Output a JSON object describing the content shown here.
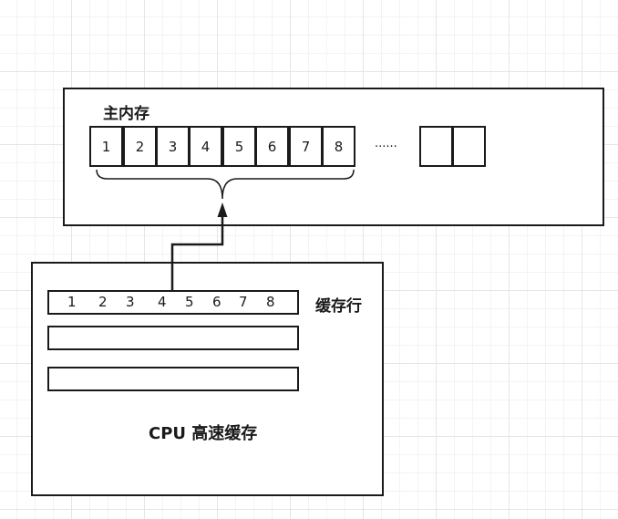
{
  "main_memory": {
    "title": "主内存",
    "cells": [
      "1",
      "2",
      "3",
      "4",
      "5",
      "6",
      "7",
      "8"
    ],
    "ellipsis": "......",
    "extra_cells": [
      "",
      ""
    ]
  },
  "cpu_cache": {
    "title": "CPU 高速缓存",
    "line_label": "缓存行",
    "line_numbers": [
      "1",
      "2",
      "3",
      "4",
      "5",
      "6",
      "7",
      "8"
    ]
  }
}
